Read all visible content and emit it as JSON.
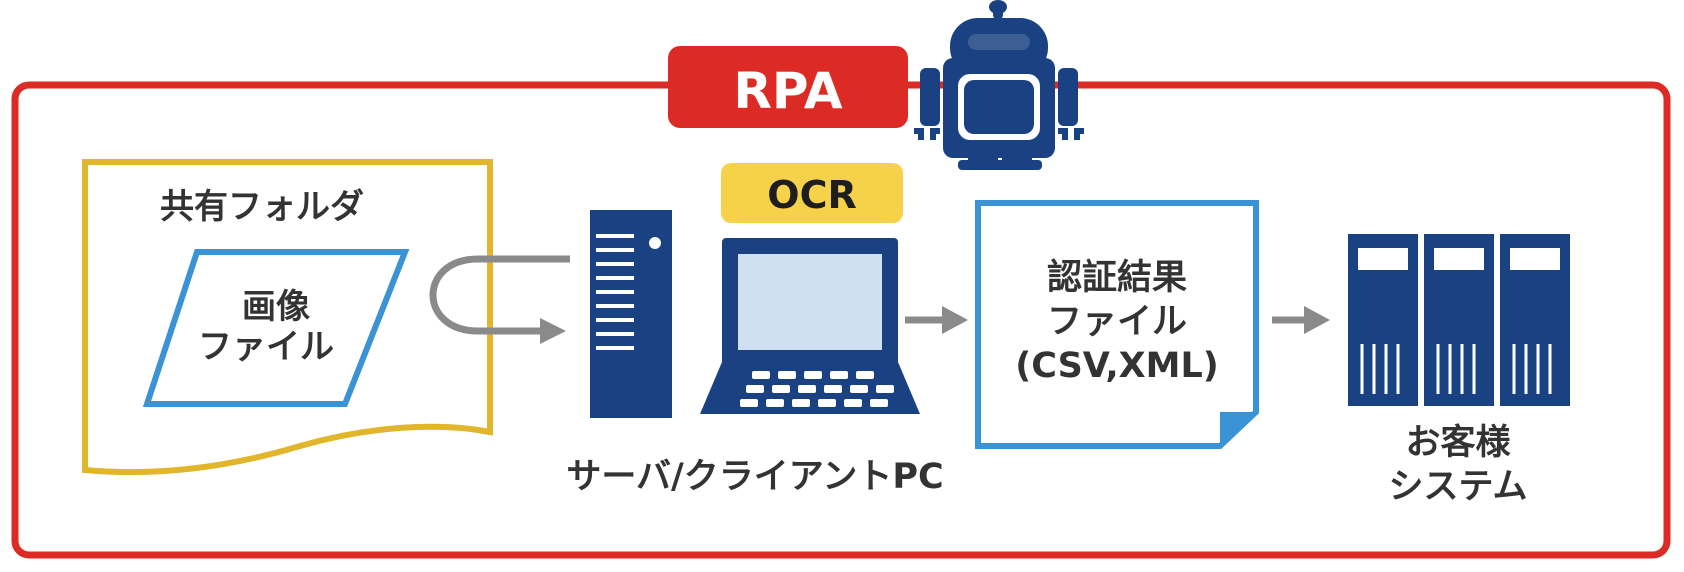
{
  "rpa_badge": {
    "label": "RPA"
  },
  "ocr_badge": {
    "label": "OCR"
  },
  "shared_folder": {
    "title": "共有フォルダ",
    "file_line1": "画像",
    "file_line2": "ファイル"
  },
  "pc_caption": "サーバ/クライアントPC",
  "result_file": {
    "line1": "認証結果",
    "line2": "ファイル",
    "line3": "(CSV,XML)"
  },
  "customer_system": {
    "line1": "お客様",
    "line2": "システム"
  },
  "colors": {
    "rpa_red": "#dc2b25",
    "folder_gold": "#e1b52c",
    "file_blue": "#3a93d4",
    "navy": "#1a4282",
    "arrow_gray": "#8a8a8a",
    "ocr_yellow": "#f6d24a"
  }
}
